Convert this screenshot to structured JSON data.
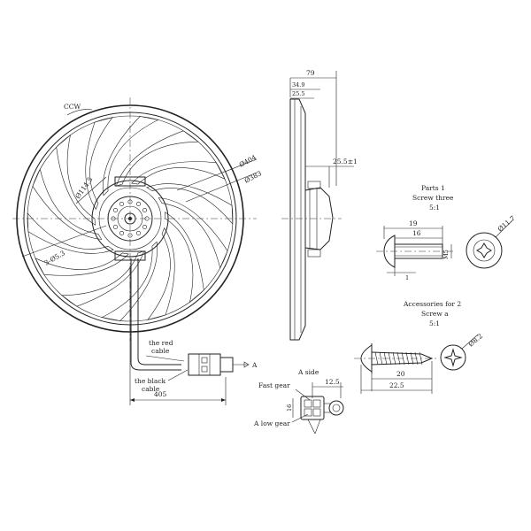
{
  "front_view": {
    "rotation": "CCW",
    "dia_outer": "Ø404",
    "dia_inner": "Ø383",
    "bolt_circle": "Ø114.5",
    "holes": "3-Ø5.3",
    "red_cable": [
      "the red",
      "cable"
    ],
    "black_cable": [
      "the black",
      "cable"
    ],
    "cable_length": "405",
    "connector_marker": "A"
  },
  "side_view": {
    "overall_depth": "79",
    "dim_a": "34.9",
    "dim_b": "25.5",
    "dim_c": "25.5±1"
  },
  "parts_1": {
    "title": "Parts 1",
    "name": "Screw three",
    "scale": "5:1",
    "len_total": "19",
    "len_shank": "16",
    "head_h": "1",
    "thread": "M5",
    "head_dia": "Ø11.7"
  },
  "accessories": {
    "title": "Accessories for 2",
    "name": "Screw a",
    "scale": "5:1",
    "len_thread": "20",
    "len_total": "22.5",
    "head_dia": "Ø8.2"
  },
  "a_side": {
    "title": "A side",
    "fast_gear": "Fast gear",
    "low_gear": "A low gear",
    "dim_width": "12.5",
    "dim_pitch": "16"
  }
}
